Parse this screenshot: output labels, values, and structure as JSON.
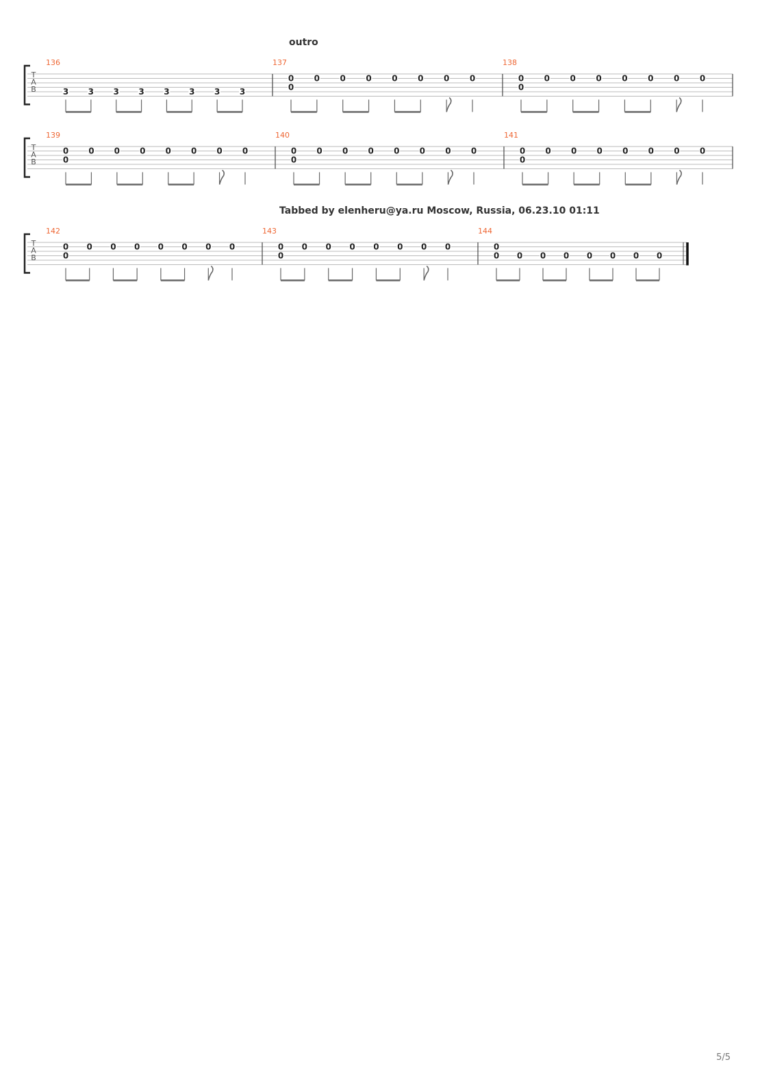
{
  "page": {
    "number": "5/5"
  },
  "annotations": {
    "outro": "outro",
    "credit": "Tabbed by elenheru@ya.ru Moscow, Russia, 06.23.10 01:11"
  },
  "tab_clef": [
    "T",
    "A",
    "B"
  ],
  "systems": [
    {
      "measures": [
        {
          "number": "136",
          "notes": [
            {
              "fret": "3",
              "string": 5,
              "dur": 8
            },
            {
              "fret": "3",
              "string": 5,
              "dur": 8
            },
            {
              "fret": "3",
              "string": 5,
              "dur": 8
            },
            {
              "fret": "3",
              "string": 5,
              "dur": 8
            },
            {
              "fret": "3",
              "string": 5,
              "dur": 8
            },
            {
              "fret": "3",
              "string": 5,
              "dur": 8
            },
            {
              "fret": "3",
              "string": 5,
              "dur": 8
            },
            {
              "fret": "3",
              "string": 5,
              "dur": 8
            }
          ]
        },
        {
          "number": "137",
          "notes": [
            {
              "fret": "0",
              "string": 2,
              "dur": 8,
              "lower": {
                "fret": "0",
                "string": 4
              }
            },
            {
              "fret": "0",
              "string": 2,
              "dur": 8
            },
            {
              "fret": "0",
              "string": 2,
              "dur": 8
            },
            {
              "fret": "0",
              "string": 2,
              "dur": 8
            },
            {
              "fret": "0",
              "string": 2,
              "dur": 8
            },
            {
              "fret": "0",
              "string": 2,
              "dur": 8
            },
            {
              "fret": "0",
              "string": 2,
              "dur": 8
            },
            {
              "fret": "0",
              "string": 2,
              "dur": 4
            }
          ]
        },
        {
          "number": "138",
          "notes": [
            {
              "fret": "0",
              "string": 2,
              "dur": 8,
              "lower": {
                "fret": "0",
                "string": 4
              }
            },
            {
              "fret": "0",
              "string": 2,
              "dur": 8
            },
            {
              "fret": "0",
              "string": 2,
              "dur": 8
            },
            {
              "fret": "0",
              "string": 2,
              "dur": 8
            },
            {
              "fret": "0",
              "string": 2,
              "dur": 8
            },
            {
              "fret": "0",
              "string": 2,
              "dur": 8
            },
            {
              "fret": "0",
              "string": 2,
              "dur": 8
            },
            {
              "fret": "0",
              "string": 2,
              "dur": 4
            }
          ]
        }
      ]
    },
    {
      "measures": [
        {
          "number": "139",
          "notes": [
            {
              "fret": "0",
              "string": 2,
              "dur": 8,
              "lower": {
                "fret": "0",
                "string": 4
              }
            },
            {
              "fret": "0",
              "string": 2,
              "dur": 8
            },
            {
              "fret": "0",
              "string": 2,
              "dur": 8
            },
            {
              "fret": "0",
              "string": 2,
              "dur": 8
            },
            {
              "fret": "0",
              "string": 2,
              "dur": 8
            },
            {
              "fret": "0",
              "string": 2,
              "dur": 8
            },
            {
              "fret": "0",
              "string": 2,
              "dur": 8
            },
            {
              "fret": "0",
              "string": 2,
              "dur": 4
            }
          ]
        },
        {
          "number": "140",
          "notes": [
            {
              "fret": "0",
              "string": 2,
              "dur": 8,
              "lower": {
                "fret": "0",
                "string": 4
              }
            },
            {
              "fret": "0",
              "string": 2,
              "dur": 8
            },
            {
              "fret": "0",
              "string": 2,
              "dur": 8
            },
            {
              "fret": "0",
              "string": 2,
              "dur": 8
            },
            {
              "fret": "0",
              "string": 2,
              "dur": 8
            },
            {
              "fret": "0",
              "string": 2,
              "dur": 8
            },
            {
              "fret": "0",
              "string": 2,
              "dur": 8
            },
            {
              "fret": "0",
              "string": 2,
              "dur": 4
            }
          ]
        },
        {
          "number": "141",
          "notes": [
            {
              "fret": "0",
              "string": 2,
              "dur": 8,
              "lower": {
                "fret": "0",
                "string": 4
              }
            },
            {
              "fret": "0",
              "string": 2,
              "dur": 8
            },
            {
              "fret": "0",
              "string": 2,
              "dur": 8
            },
            {
              "fret": "0",
              "string": 2,
              "dur": 8
            },
            {
              "fret": "0",
              "string": 2,
              "dur": 8
            },
            {
              "fret": "0",
              "string": 2,
              "dur": 8
            },
            {
              "fret": "0",
              "string": 2,
              "dur": 8
            },
            {
              "fret": "0",
              "string": 2,
              "dur": 4
            }
          ]
        }
      ]
    },
    {
      "measures": [
        {
          "number": "142",
          "notes": [
            {
              "fret": "0",
              "string": 2,
              "dur": 8,
              "lower": {
                "fret": "0",
                "string": 4
              }
            },
            {
              "fret": "0",
              "string": 2,
              "dur": 8
            },
            {
              "fret": "0",
              "string": 2,
              "dur": 8
            },
            {
              "fret": "0",
              "string": 2,
              "dur": 8
            },
            {
              "fret": "0",
              "string": 2,
              "dur": 8
            },
            {
              "fret": "0",
              "string": 2,
              "dur": 8
            },
            {
              "fret": "0",
              "string": 2,
              "dur": 8
            },
            {
              "fret": "0",
              "string": 2,
              "dur": 4
            }
          ]
        },
        {
          "number": "143",
          "notes": [
            {
              "fret": "0",
              "string": 2,
              "dur": 8,
              "lower": {
                "fret": "0",
                "string": 4
              }
            },
            {
              "fret": "0",
              "string": 2,
              "dur": 8
            },
            {
              "fret": "0",
              "string": 2,
              "dur": 8
            },
            {
              "fret": "0",
              "string": 2,
              "dur": 8
            },
            {
              "fret": "0",
              "string": 2,
              "dur": 8
            },
            {
              "fret": "0",
              "string": 2,
              "dur": 8
            },
            {
              "fret": "0",
              "string": 2,
              "dur": 8
            },
            {
              "fret": "0",
              "string": 2,
              "dur": 4
            }
          ]
        },
        {
          "number": "144",
          "final": true,
          "notes": [
            {
              "fret": "0",
              "string": 4,
              "dur": 8,
              "upper": {
                "fret": "0",
                "string": 2
              }
            },
            {
              "fret": "0",
              "string": 4,
              "dur": 8
            },
            {
              "fret": "0",
              "string": 4,
              "dur": 8
            },
            {
              "fret": "0",
              "string": 4,
              "dur": 8
            },
            {
              "fret": "0",
              "string": 4,
              "dur": 8
            },
            {
              "fret": "0",
              "string": 4,
              "dur": 8
            },
            {
              "fret": "0",
              "string": 4,
              "dur": 8
            },
            {
              "fret": "0",
              "string": 4,
              "dur": 8
            }
          ]
        }
      ]
    }
  ],
  "colors": {
    "measure_number": "#ee6633",
    "staff_line": "#bbbbbb",
    "text": "#222222"
  }
}
